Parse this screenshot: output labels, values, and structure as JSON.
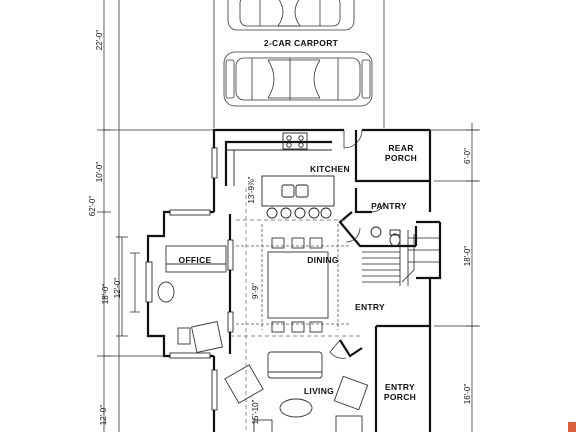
{
  "rooms": {
    "carport": "2-CAR CARPORT",
    "kitchen": "KITCHEN",
    "rear_porch_1": "REAR",
    "rear_porch_2": "PORCH",
    "pantry": "PANTRY",
    "office": "OFFICE",
    "dining": "DINING",
    "entry": "ENTRY",
    "living": "LIVING",
    "entry_porch_1": "ENTRY",
    "entry_porch_2": "PORCH"
  },
  "dims": {
    "d22": "22'-0\"",
    "d10": "10'-0\"",
    "d62": "62'-0\"",
    "d18_left": "18'-0\"",
    "d12_mid": "12'-0\"",
    "d12_bottom": "12'-0\"",
    "d6": "6'-0\"",
    "d18_right": "18'-0\"",
    "d16": "16'-0\"",
    "d13": "13'-9⅞\"",
    "d9": "9'-9\"",
    "d15": "15'-10\""
  },
  "colors": {
    "line": "#1a1a1a",
    "accent_marker": "#d9603b"
  }
}
